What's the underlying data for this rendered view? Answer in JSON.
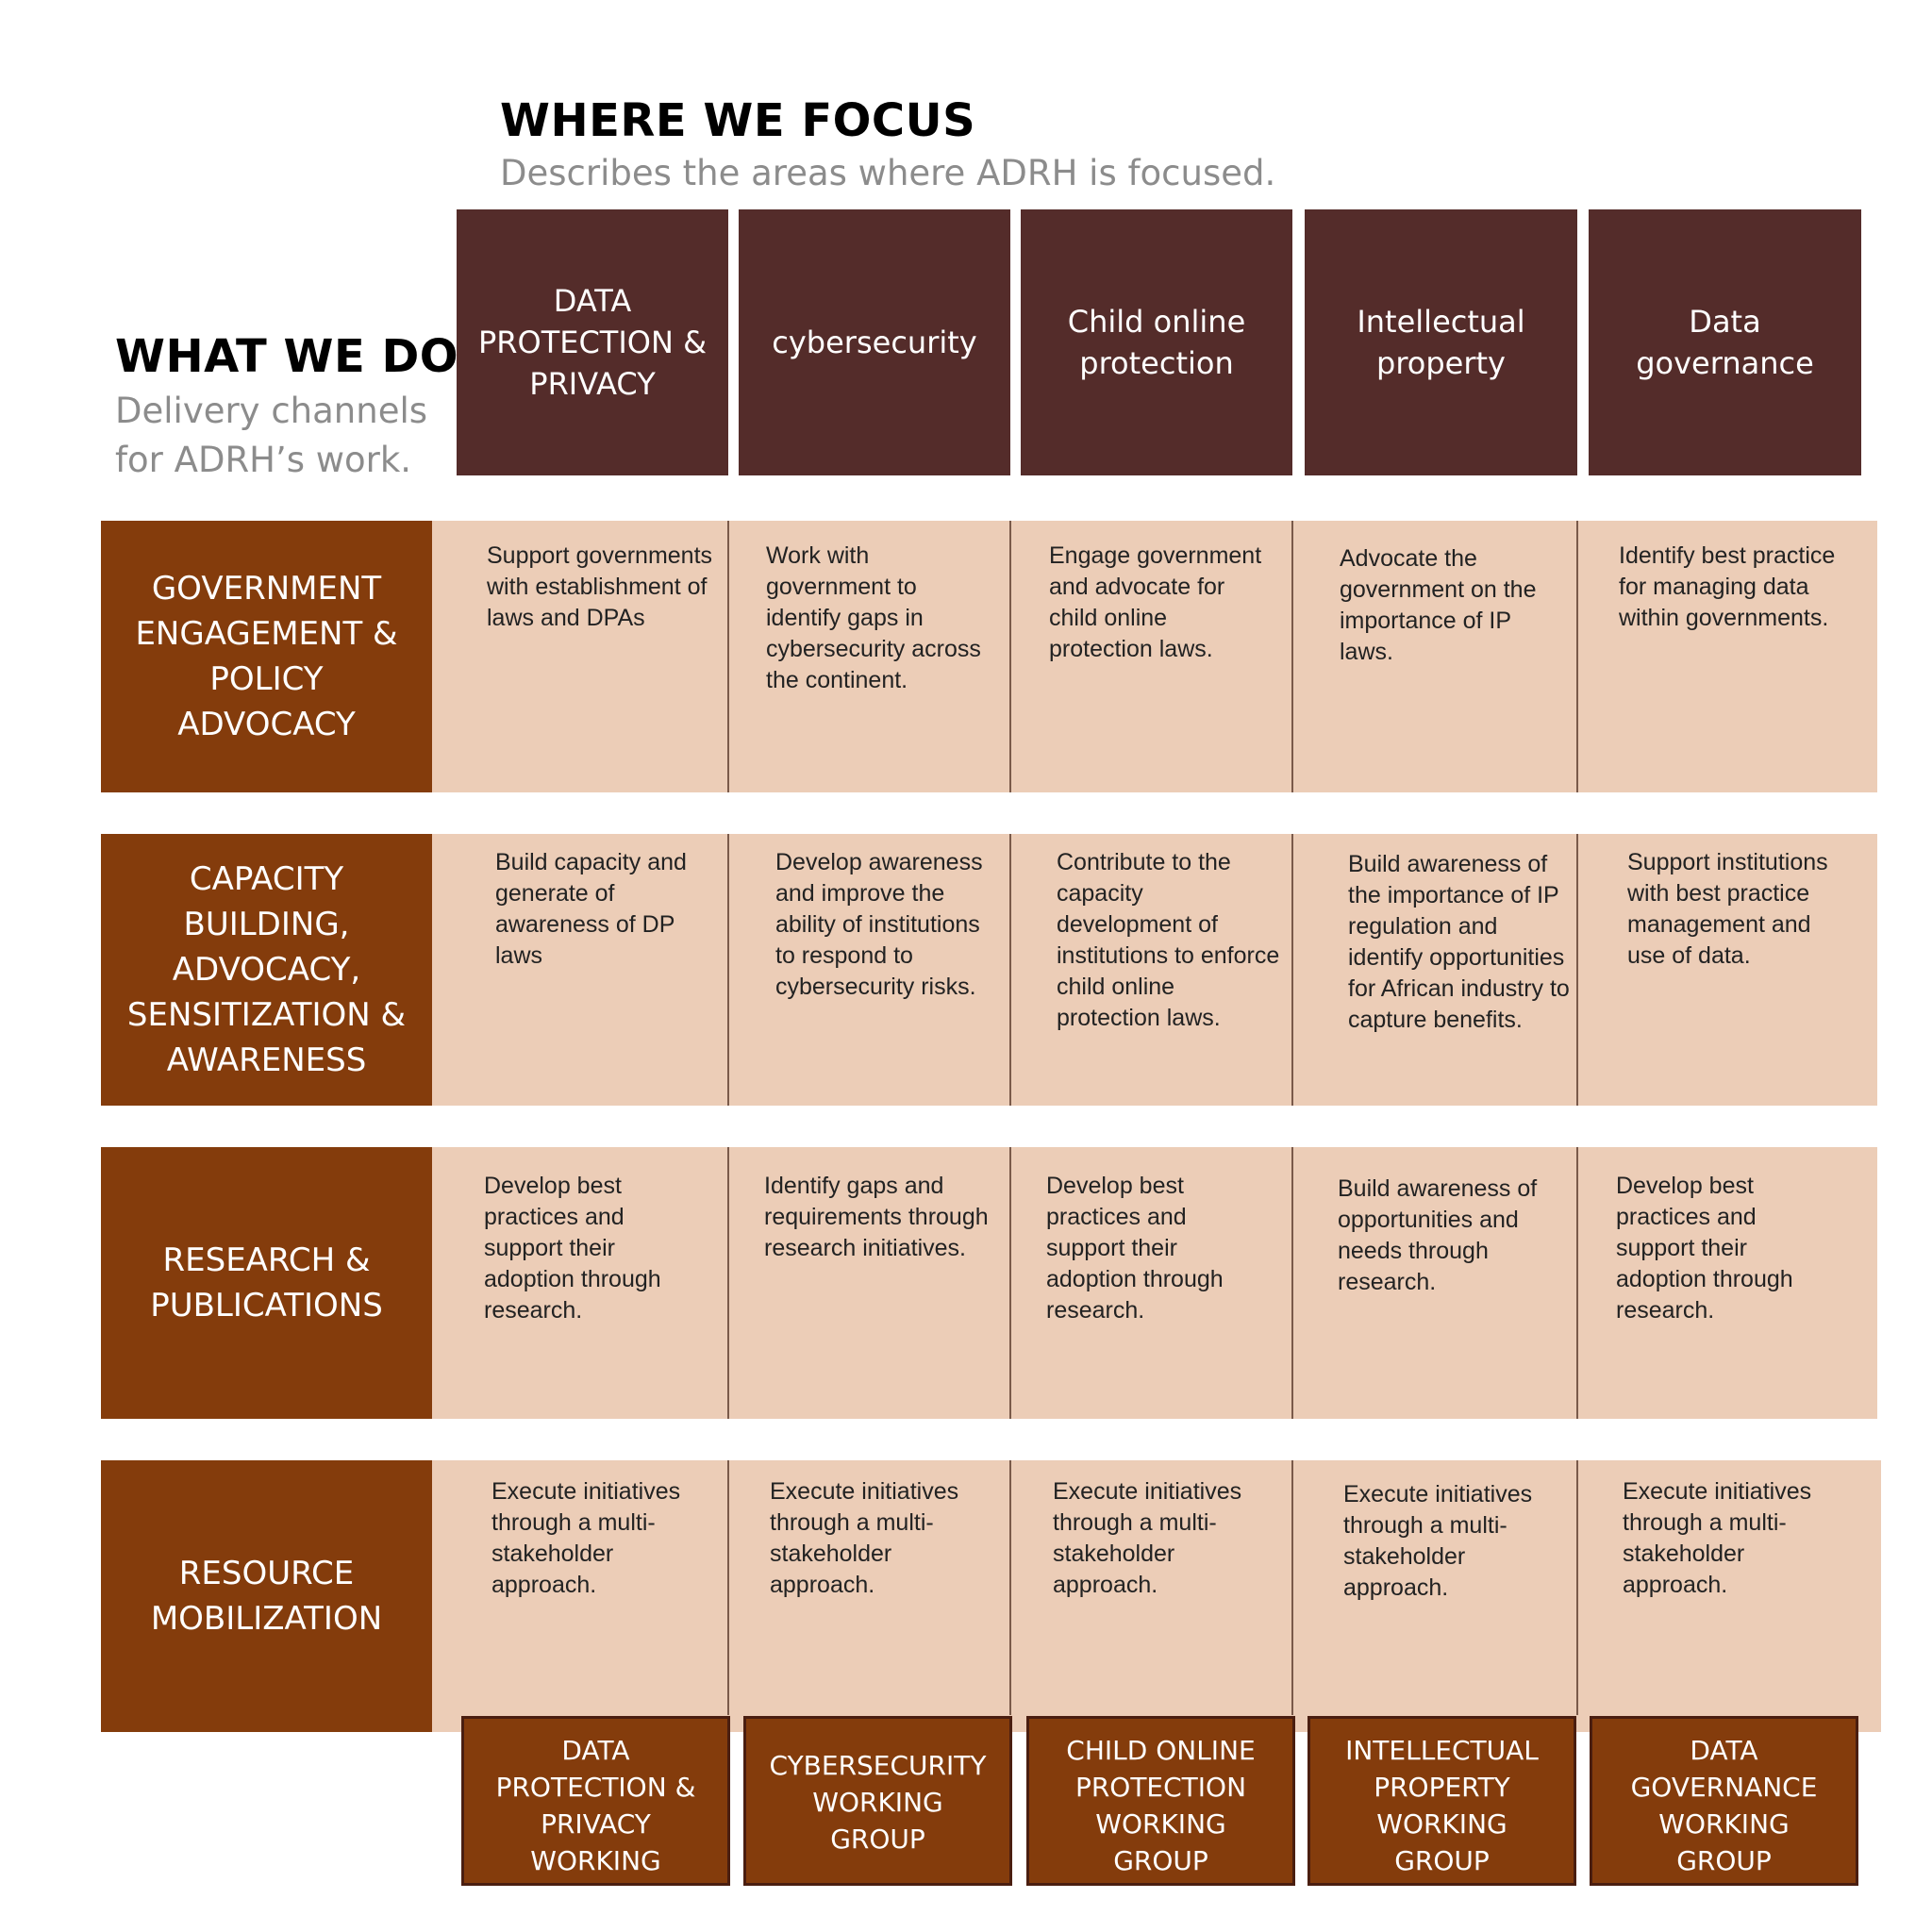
{
  "focus": {
    "title": "WHERE WE FOCUS",
    "subtitle": "Describes the areas where ADRH is focused."
  },
  "what_we_do": {
    "title": "WHAT WE DO",
    "subtitle": "Delivery channels for ADRH’s work."
  },
  "areas": [
    "DATA PROTECTION & PRIVACY",
    "cybersecurity",
    "Child online protection",
    "Intellectual property",
    "Data governance"
  ],
  "channels": [
    {
      "label": "GOVERNMENT ENGAGEMENT & POLICY ADVOCACY",
      "cells": [
        "Support governments with establishment of laws and DPAs",
        "Work with government to identify gaps in cybersecurity across the continent.",
        "Engage government and advocate for child online protection laws.",
        "Advocate the government on the importance of IP laws.",
        "Identify best practice for managing data within governments."
      ]
    },
    {
      "label": "CAPACITY BUILDING, ADVOCACY, SENSITIZATION & AWARENESS",
      "cells": [
        "Build capacity and generate of awareness of DP laws",
        "Develop awareness and improve the ability of institutions to respond to cybersecurity risks.",
        "Contribute to the capacity development of institutions to enforce child online protection laws.",
        "Build awareness of the importance of IP regulation and identify opportunities for African industry to capture benefits.",
        "Support institutions with best practice management and use of data."
      ]
    },
    {
      "label": "RESEARCH & PUBLICATIONS",
      "cells": [
        "Develop best practices and support their adoption through research.",
        "Identify gaps and requirements through research initiatives.",
        "Develop best practices and support their adoption through research.",
        "Build awareness of opportunities and needs through research.",
        "Develop best practices and support their adoption through research."
      ]
    },
    {
      "label": "RESOURCE MOBILIZATION",
      "cells": [
        "Execute initiatives through a multi-stakeholder approach.",
        "Execute initiatives through a multi-stakeholder approach.",
        "Execute initiatives through a multi-stakeholder approach.",
        "Execute initiatives through a multi-stakeholder approach.",
        "Execute initiatives through a multi-stakeholder approach."
      ]
    }
  ],
  "working_groups": [
    "DATA PROTECTION & PRIVACY WORKING",
    "CYBERSECURITY WORKING GROUP",
    "CHILD ONLINE PROTECTION WORKING GROUP",
    "INTELLECTUAL PROPERTY WORKING GROUP",
    "DATA GOVERNANCE WORKING GROUP"
  ],
  "colors": {
    "area_header": "#542c2a",
    "channel": "#843c0c",
    "band": "#eccdb7"
  }
}
